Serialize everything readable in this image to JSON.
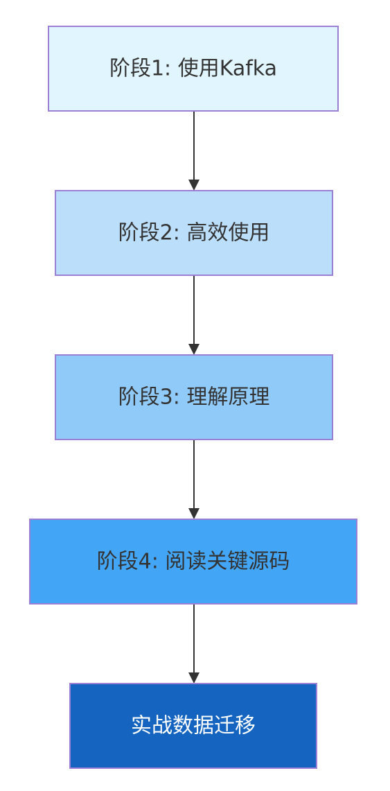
{
  "diagram": {
    "type": "flowchart",
    "direction": "top-to-bottom",
    "nodes": [
      {
        "id": "stage1",
        "label": "阶段1: 使用Kafka",
        "fill": "#e1f5fe",
        "text_color": "#333333"
      },
      {
        "id": "stage2",
        "label": "阶段2: 高效使用",
        "fill": "#bbdefb",
        "text_color": "#333333"
      },
      {
        "id": "stage3",
        "label": "阶段3: 理解原理",
        "fill": "#90caf9",
        "text_color": "#333333"
      },
      {
        "id": "stage4",
        "label": "阶段4: 阅读关键源码",
        "fill": "#42a5f5",
        "text_color": "#333333"
      },
      {
        "id": "stage5",
        "label": "实战数据迁移",
        "fill": "#1565c0",
        "text_color": "#ffffff"
      }
    ],
    "edges": [
      {
        "from": "stage1",
        "to": "stage2"
      },
      {
        "from": "stage2",
        "to": "stage3"
      },
      {
        "from": "stage3",
        "to": "stage4"
      },
      {
        "from": "stage4",
        "to": "stage5"
      }
    ],
    "colors": {
      "border": "#9b7fd4",
      "edge": "#333333"
    }
  }
}
